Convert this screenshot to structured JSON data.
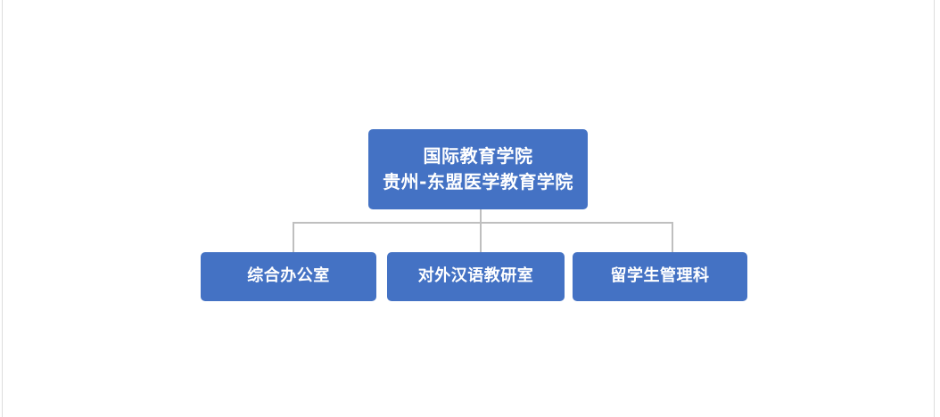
{
  "chart_data": {
    "type": "diagram",
    "diagram_type": "organization-chart",
    "orientation": "top-down",
    "title": "",
    "accent_color": "#4472C4",
    "connector_color": "#BFBFBF",
    "node_text_color": "#FFFFFF",
    "background_color": "#FFFFFF",
    "nodes": [
      {
        "id": "root",
        "level": 0,
        "lines": [
          "国际教育学院",
          "贵州-东盟医学教育学院"
        ],
        "children": [
          "child-1",
          "child-2",
          "child-3"
        ]
      },
      {
        "id": "child-1",
        "level": 1,
        "lines": [
          "综合办公室"
        ],
        "children": []
      },
      {
        "id": "child-2",
        "level": 1,
        "lines": [
          "对外汉语教研室"
        ],
        "children": []
      },
      {
        "id": "child-3",
        "level": 1,
        "lines": [
          "留学生管理科"
        ],
        "children": []
      }
    ],
    "edges": [
      {
        "from": "root",
        "to": "child-1"
      },
      {
        "from": "root",
        "to": "child-2"
      },
      {
        "from": "root",
        "to": "child-3"
      }
    ]
  },
  "chart": {
    "root": {
      "line1": "国际教育学院",
      "line2": "贵州-东盟医学教育学院"
    },
    "children": [
      {
        "label": "综合办公室"
      },
      {
        "label": "对外汉语教研室"
      },
      {
        "label": "留学生管理科"
      }
    ]
  }
}
